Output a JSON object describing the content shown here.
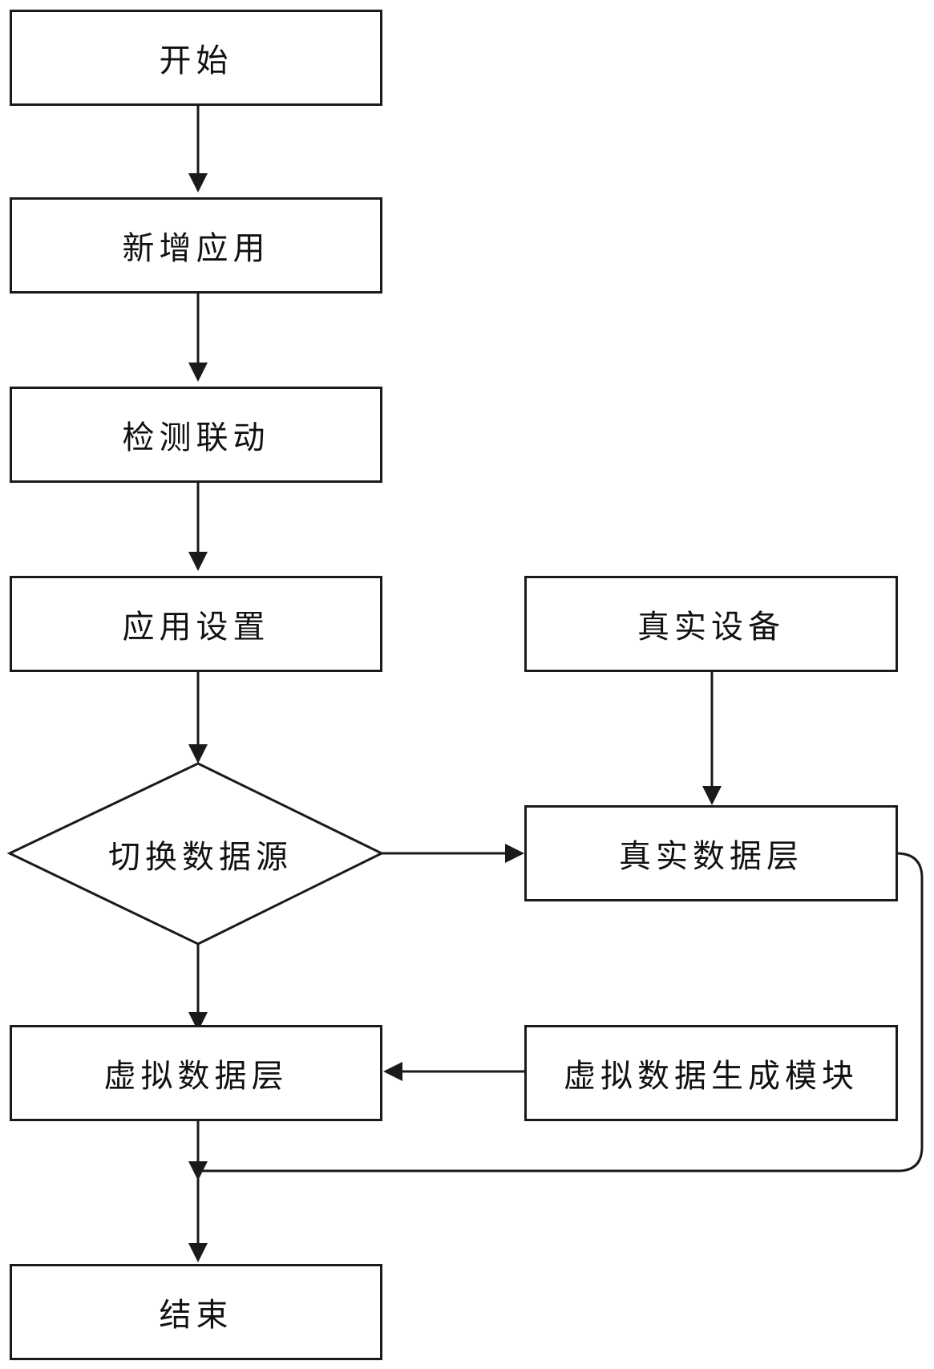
{
  "flowchart": {
    "nodes": {
      "start": "开始",
      "add_app": "新增应用",
      "detect_link": "检测联动",
      "app_settings": "应用设置",
      "real_device": "真实设备",
      "switch_source": "切换数据源",
      "real_data_layer": "真实数据层",
      "virtual_data_layer": "虚拟数据层",
      "virtual_gen_module": "虚拟数据生成模块",
      "end": "结束"
    },
    "colors": {
      "stroke": "#1a1a1a",
      "background": "#ffffff"
    }
  }
}
